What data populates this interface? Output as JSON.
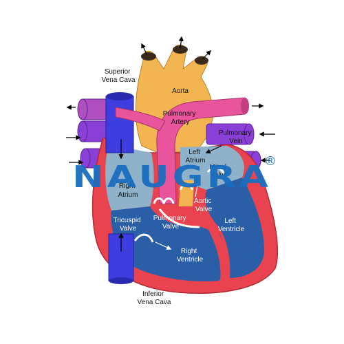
{
  "diagram": {
    "labels": {
      "superior_vena_cava": [
        "Superior",
        "Vena Cava"
      ],
      "aorta": [
        "Aorta"
      ],
      "pulmonary_artery": [
        "Pulmonary",
        "Artery"
      ],
      "pulmonary_vein": [
        "Pulmonary",
        "Vein"
      ],
      "left_atrium": [
        "Left",
        "Atrium"
      ],
      "mitral_valve": [
        "Mitral",
        "Valve"
      ],
      "right_atrium": [
        "Right",
        "Atrium"
      ],
      "aortic_valve": [
        "Aortic",
        "Valve"
      ],
      "left_ventricle": [
        "Left",
        "Ventricle"
      ],
      "tricuspid_valve": [
        "Tricuspid",
        "Valve"
      ],
      "pulmonary_valve": [
        "Pulmonary",
        "Valve"
      ],
      "right_ventricle": [
        "Right",
        "Ventricle"
      ],
      "inferior_vena_cava": [
        "Inferior",
        "Vena Cava"
      ]
    },
    "colors": {
      "outer_wall": "#e8434f",
      "deoxygenated_chamber": "#2a5fa8",
      "oxygenated_chamber": "#2a5fa8",
      "atrium_fill": "#8fb1c9",
      "aorta": "#f2b552",
      "pulmonary_artery": "#e8559c",
      "vena_cava": "#3d3de0",
      "pulmonary_vein": "#8a3fd6"
    }
  },
  "watermark": {
    "text": "NAUGRA",
    "mark": "®",
    "color": "#1a6ec0"
  }
}
